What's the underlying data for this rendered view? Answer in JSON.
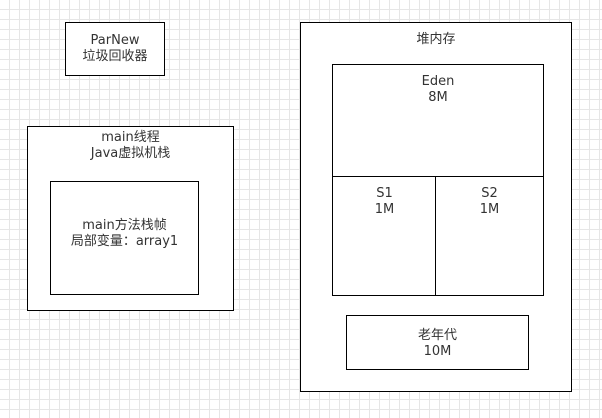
{
  "parnew": {
    "line1": "ParNew",
    "line2": "垃圾回收器"
  },
  "thread": {
    "line1": "main线程",
    "line2": "Java虚拟机栈"
  },
  "frame": {
    "line1": "main方法栈帧",
    "line2": "局部变量：array1"
  },
  "heap": {
    "title": "堆内存"
  },
  "eden": {
    "name": "Eden",
    "size": "8M"
  },
  "s1": {
    "name": "S1",
    "size": "1M"
  },
  "s2": {
    "name": "S2",
    "size": "1M"
  },
  "old": {
    "name": "老年代",
    "size": "10M"
  }
}
